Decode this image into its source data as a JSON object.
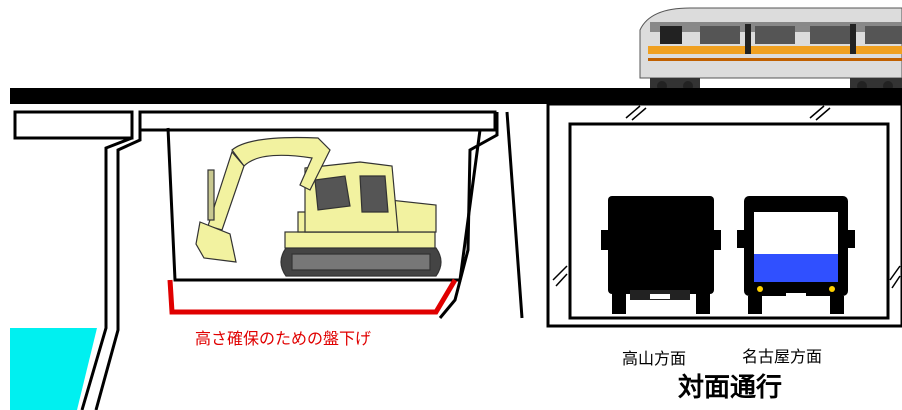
{
  "labels": {
    "lowering_note": "高さ確保のための盤下げ",
    "direction_left": "高山方面",
    "direction_right": "名古屋方面",
    "traffic_mode": "対面通行"
  },
  "colors": {
    "lowering_line": "#e00000",
    "water": "#00f0f0",
    "excavator_body": "#f2f2a0",
    "truck_body": "#000000",
    "truck_band": "#3050ff",
    "train_stripe": "#f0a020"
  }
}
